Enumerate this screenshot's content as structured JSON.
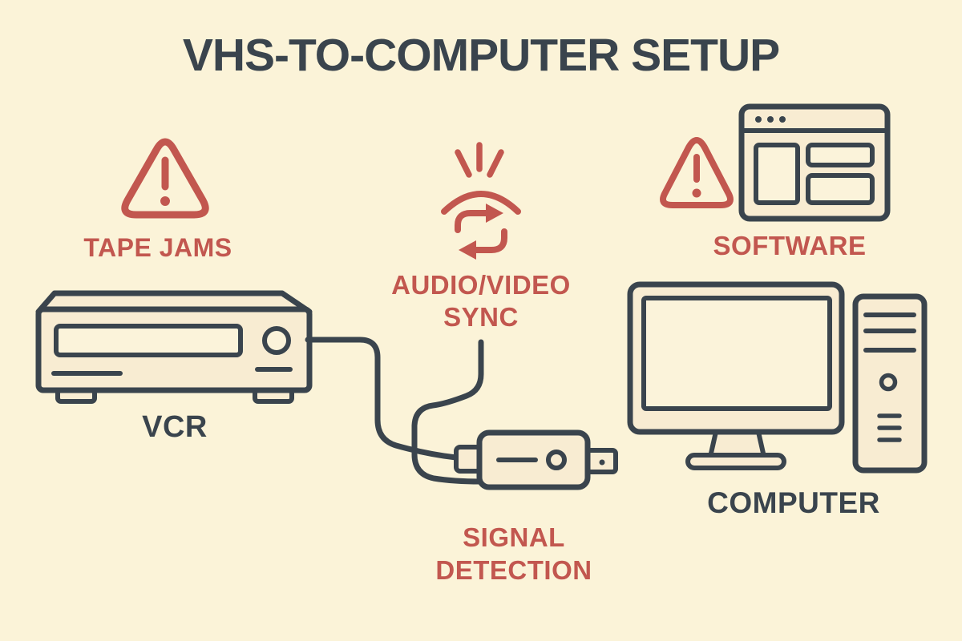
{
  "title": "VHS-TO-COMPUTER SETUP",
  "theme": {
    "background": "#FBF3D8",
    "accent_red": "#C2574F",
    "outline_dark": "#3A444D",
    "device_fill": "#F8ECD2",
    "panel_fill": "#FBF3DA"
  },
  "issues": {
    "tape_jams": {
      "label": "TAPE JAMS",
      "icon": "warning-triangle-icon"
    },
    "av_sync": {
      "label": "AUDIO/VIDEO\nSYNC",
      "icon": "sync-arrows-icon"
    },
    "software": {
      "label": "SOFTWARE",
      "icons": [
        "warning-triangle-icon",
        "browser-window-icon"
      ]
    }
  },
  "devices": {
    "vcr": {
      "label": "VCR"
    },
    "capture_device": {
      "label": "SIGNAL\nDETECTION"
    },
    "computer": {
      "label": "COMPUTER"
    }
  }
}
